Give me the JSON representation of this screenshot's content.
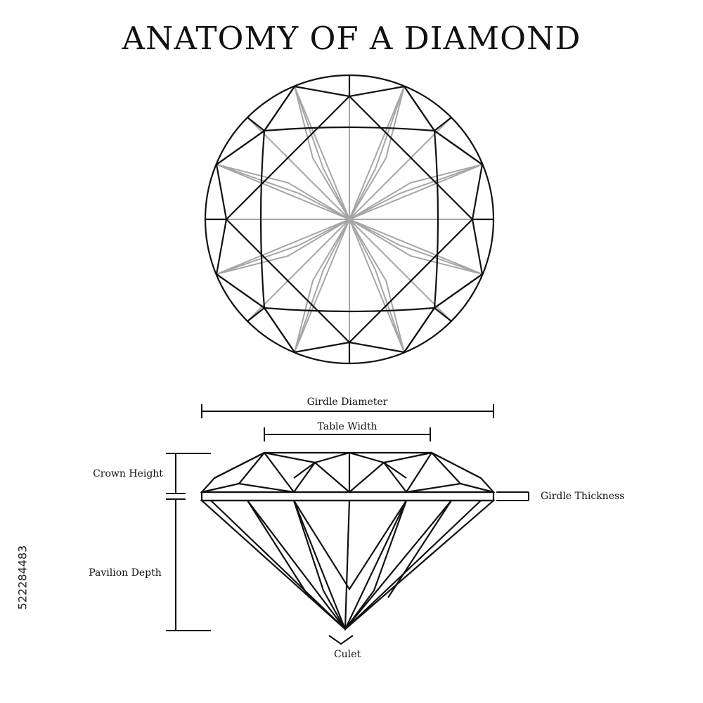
{
  "title": "ANATOMY OF A DIAMOND",
  "labels": {
    "girdle_diameter": "Girdle Diameter",
    "table_width": "Table Width",
    "crown_height": "Crown Height",
    "girdle_thickness": "Girdle Thickness",
    "pavilion_depth": "Pavilion Depth",
    "culet": "Culet"
  },
  "stock_id": "522284483",
  "colors": {
    "line": "#111111",
    "facet_gray": "#a6a6a6"
  }
}
